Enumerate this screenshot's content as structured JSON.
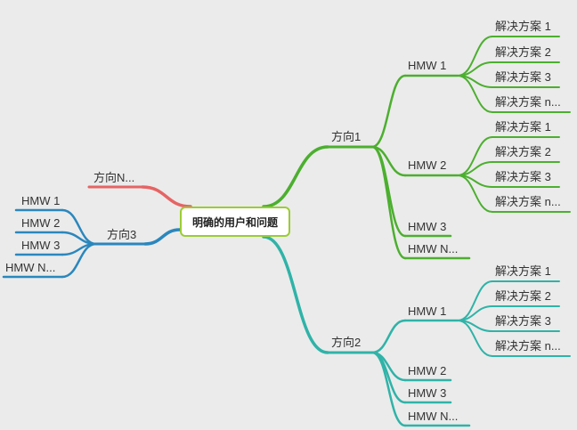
{
  "colors": {
    "green": "#4caf2f",
    "teal": "#2fb3a8",
    "blue": "#2a87bd",
    "red": "#e66464",
    "root_border": "#9acd32"
  },
  "root": {
    "label": "明确的用户和问题"
  },
  "branches": [
    {
      "label": "方向1",
      "color_key": "green",
      "children": [
        {
          "label": "HMW 1",
          "children": [
            "解决方案 1",
            "解决方案 2",
            "解决方案 3",
            "解决方案 n..."
          ]
        },
        {
          "label": "HMW 2",
          "children": [
            "解决方案 1",
            "解决方案 2",
            "解决方案 3",
            "解决方案 n..."
          ]
        },
        {
          "label": "HMW 3",
          "children": []
        },
        {
          "label": "HMW N...",
          "children": []
        }
      ]
    },
    {
      "label": "方向2",
      "color_key": "teal",
      "children": [
        {
          "label": "HMW 1",
          "children": [
            "解决方案 1",
            "解决方案 2",
            "解决方案 3",
            "解决方案 n..."
          ]
        },
        {
          "label": "HMW 2",
          "children": []
        },
        {
          "label": "HMW 3",
          "children": []
        },
        {
          "label": "HMW N...",
          "children": []
        }
      ]
    },
    {
      "label": "方向3",
      "color_key": "blue",
      "children": [
        {
          "label": "HMW 1",
          "children": []
        },
        {
          "label": "HMW 2",
          "children": []
        },
        {
          "label": "HMW 3",
          "children": []
        },
        {
          "label": "HMW N...",
          "children": []
        }
      ]
    },
    {
      "label": "方向N...",
      "color_key": "red",
      "children": []
    }
  ]
}
